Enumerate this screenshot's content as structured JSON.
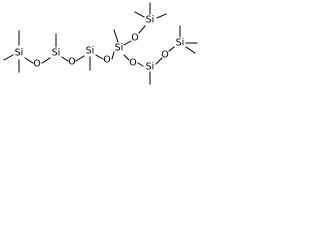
{
  "structure": {
    "atoms": {
      "si1": "Si",
      "o1": "O",
      "si2": "Si",
      "o2": "O",
      "si3": "Si",
      "o3": "O",
      "si4": "Si",
      "o4": "O",
      "si5": "Si",
      "o5": "O",
      "si6": "Si",
      "o6": "O",
      "si7": "Si"
    },
    "colors": {
      "bond": "#000000",
      "text": "#000000",
      "background": "#ffffff"
    }
  }
}
